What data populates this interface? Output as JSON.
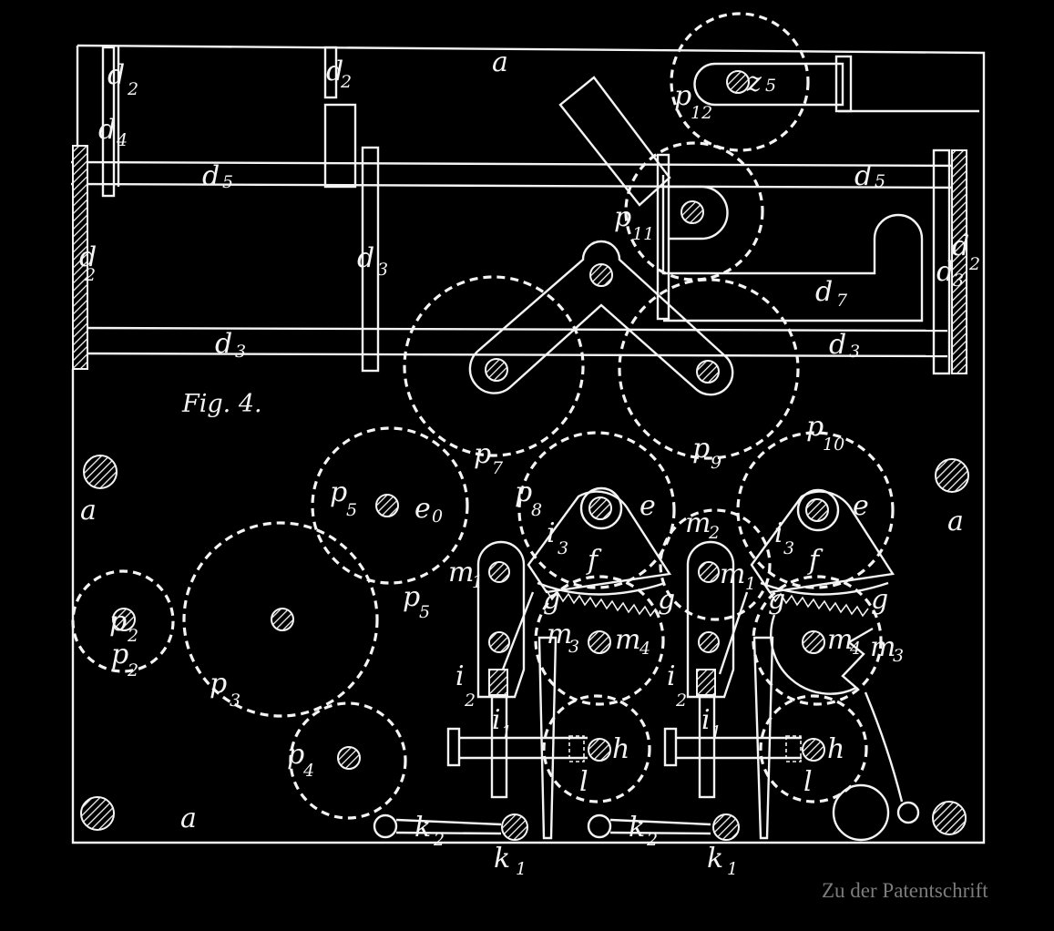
{
  "figure": {
    "title": "Fig. 4.",
    "caption": "Zu der Patentschrift"
  },
  "colors": {
    "background": "#000000",
    "ink": "#f4f4f4",
    "caption": "#7c7c7c"
  },
  "labels": {
    "a": "a",
    "d2": "d",
    "d3": "d",
    "d4": "d",
    "d5": "d",
    "d7": "d",
    "z5": "z",
    "p2": "p",
    "p3": "p",
    "p4": "p",
    "p5": "p",
    "p7": "p",
    "p8": "p",
    "p9": "p",
    "p10": "p",
    "p11": "p",
    "p12": "p",
    "e0": "e",
    "e": "e",
    "f": "f",
    "g": "g",
    "h": "h",
    "i1": "i",
    "i2": "i",
    "i3": "i",
    "k1": "k",
    "k2": "k",
    "l": "l",
    "m1": "m",
    "m2": "m",
    "m3": "m",
    "m4": "m"
  },
  "subscripts": {
    "s0": "0",
    "s1": "1",
    "s2": "2",
    "s3": "3",
    "s4": "4",
    "s5": "5",
    "s7": "7",
    "s8": "8",
    "s9": "9",
    "s10": "10",
    "s11": "11",
    "s12": "12"
  }
}
